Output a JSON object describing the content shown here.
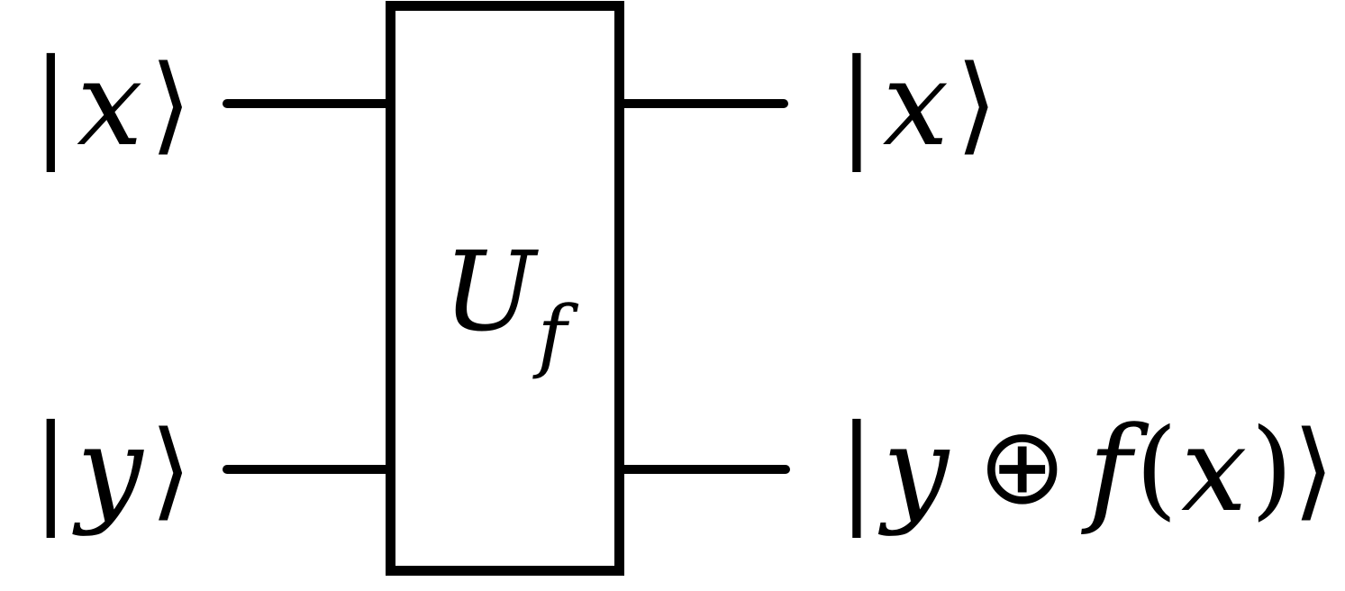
{
  "diagram": {
    "kind": "quantum-circuit-oracle",
    "colors": {
      "ink": "#000000",
      "background": "#ffffff"
    },
    "gate": {
      "name": "U",
      "subscript": "f"
    },
    "wires": [
      {
        "id": "x-register",
        "input": {
          "bar": "|",
          "symbol": "x",
          "angle": "⟩"
        },
        "output": {
          "bar": "|",
          "symbol": "x",
          "angle": "⟩"
        }
      },
      {
        "id": "y-register",
        "input": {
          "bar": "|",
          "symbol": "y",
          "angle": "⟩"
        },
        "output": {
          "bar": "|",
          "symbol": "y",
          "oplus": "⊕",
          "func": "f",
          "open": "(",
          "arg": "x",
          "close": ")",
          "angle": "⟩"
        }
      }
    ]
  }
}
